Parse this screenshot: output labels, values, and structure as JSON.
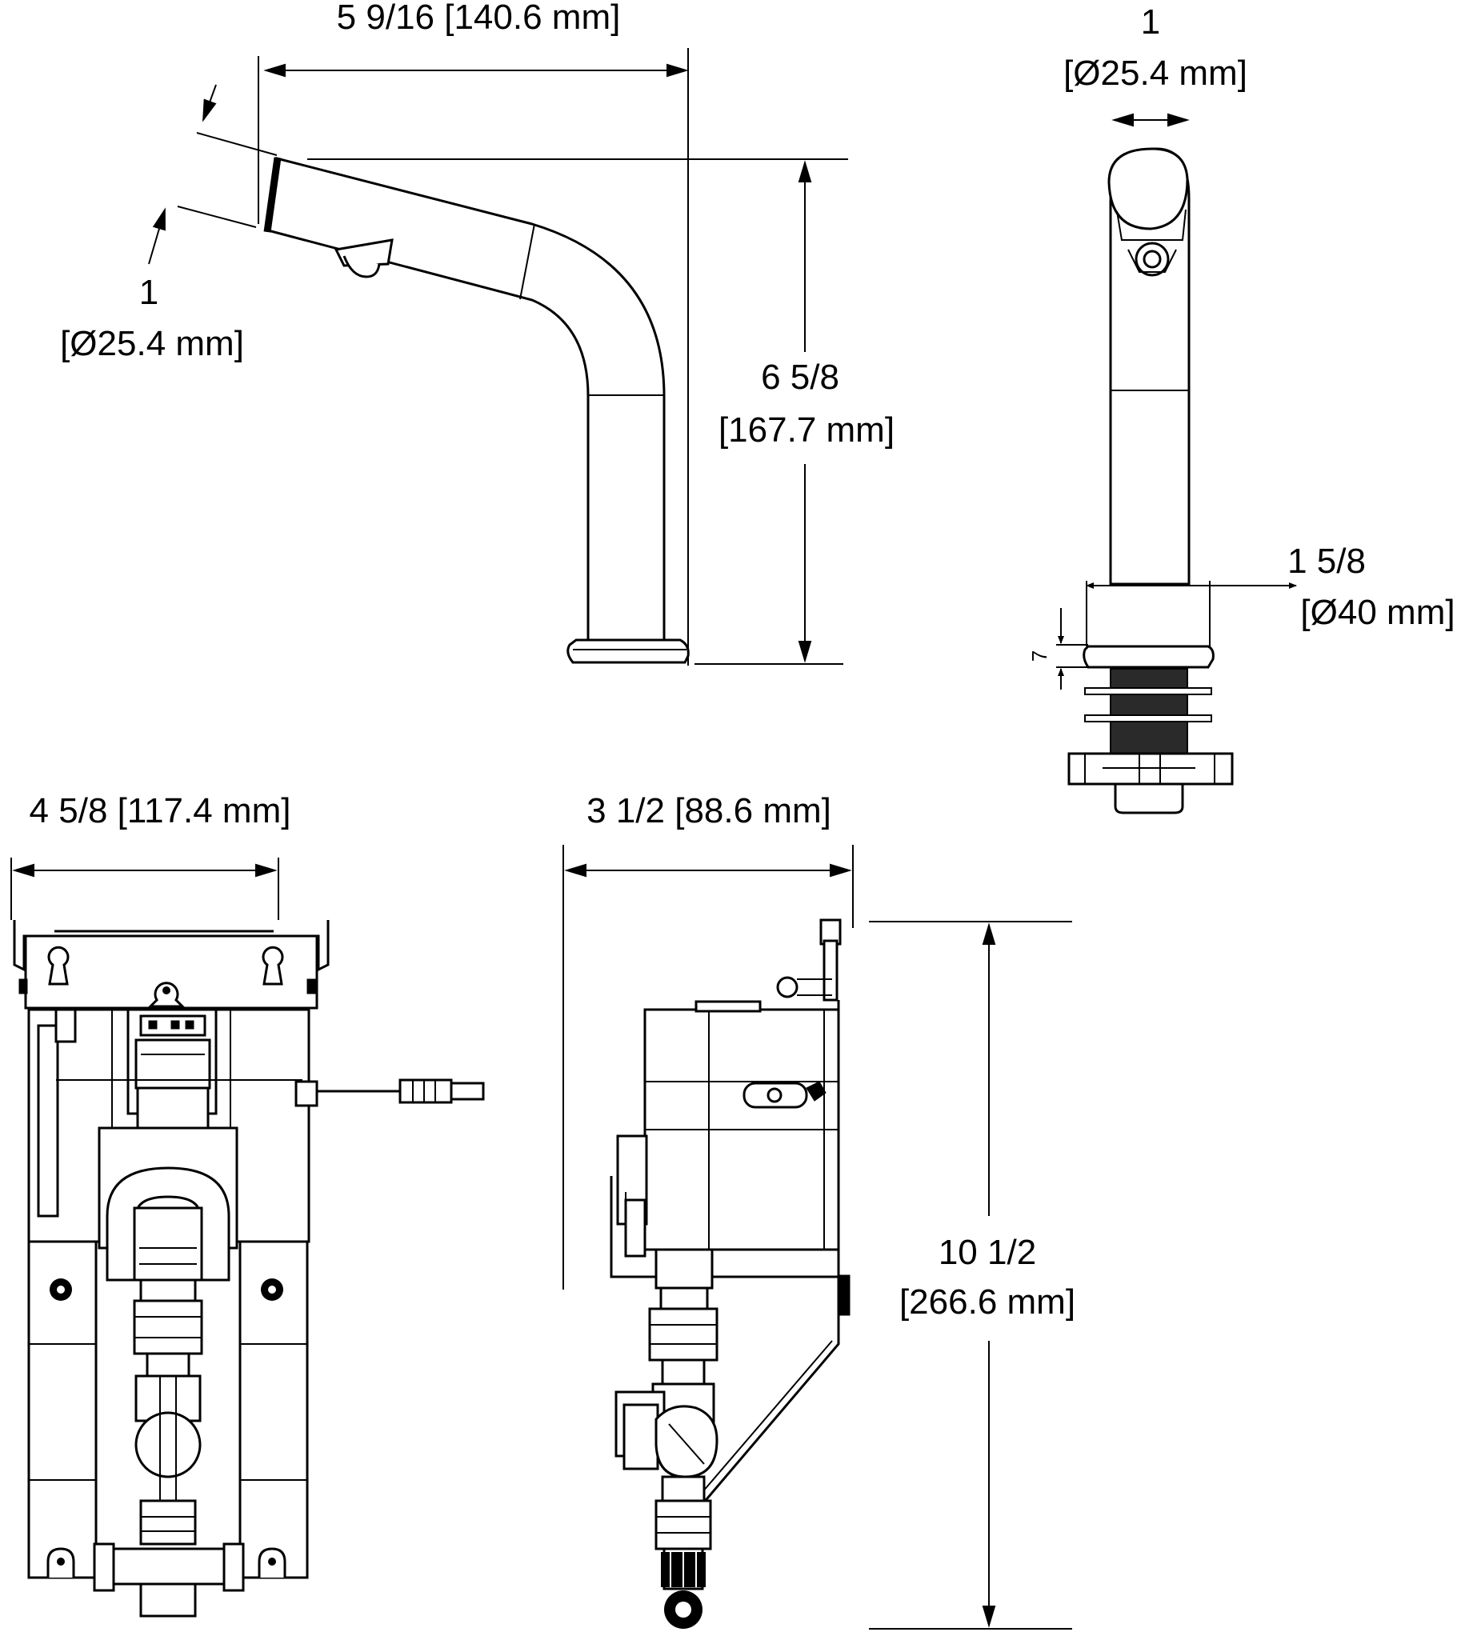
{
  "dimensions": {
    "spout_reach": "5 9/16 [140.6 mm]",
    "spout_outlet_in": "1",
    "spout_outlet_mm": "[Ø25.4 mm]",
    "faucet_height_in": "6 5/8",
    "faucet_height_mm": "[167.7 mm]",
    "body_diameter_in": "1",
    "body_diameter_mm": "[Ø25.4 mm]",
    "base_diameter_in": "1 5/8",
    "base_diameter_mm": "[Ø40 mm]",
    "base_thickness": "7",
    "box_width": "4 5/8 [117.4 mm]",
    "box_depth": "3 1/2 [88.6 mm]",
    "box_height_in": "10 1/2",
    "box_height_mm": "[266.6 mm]"
  }
}
